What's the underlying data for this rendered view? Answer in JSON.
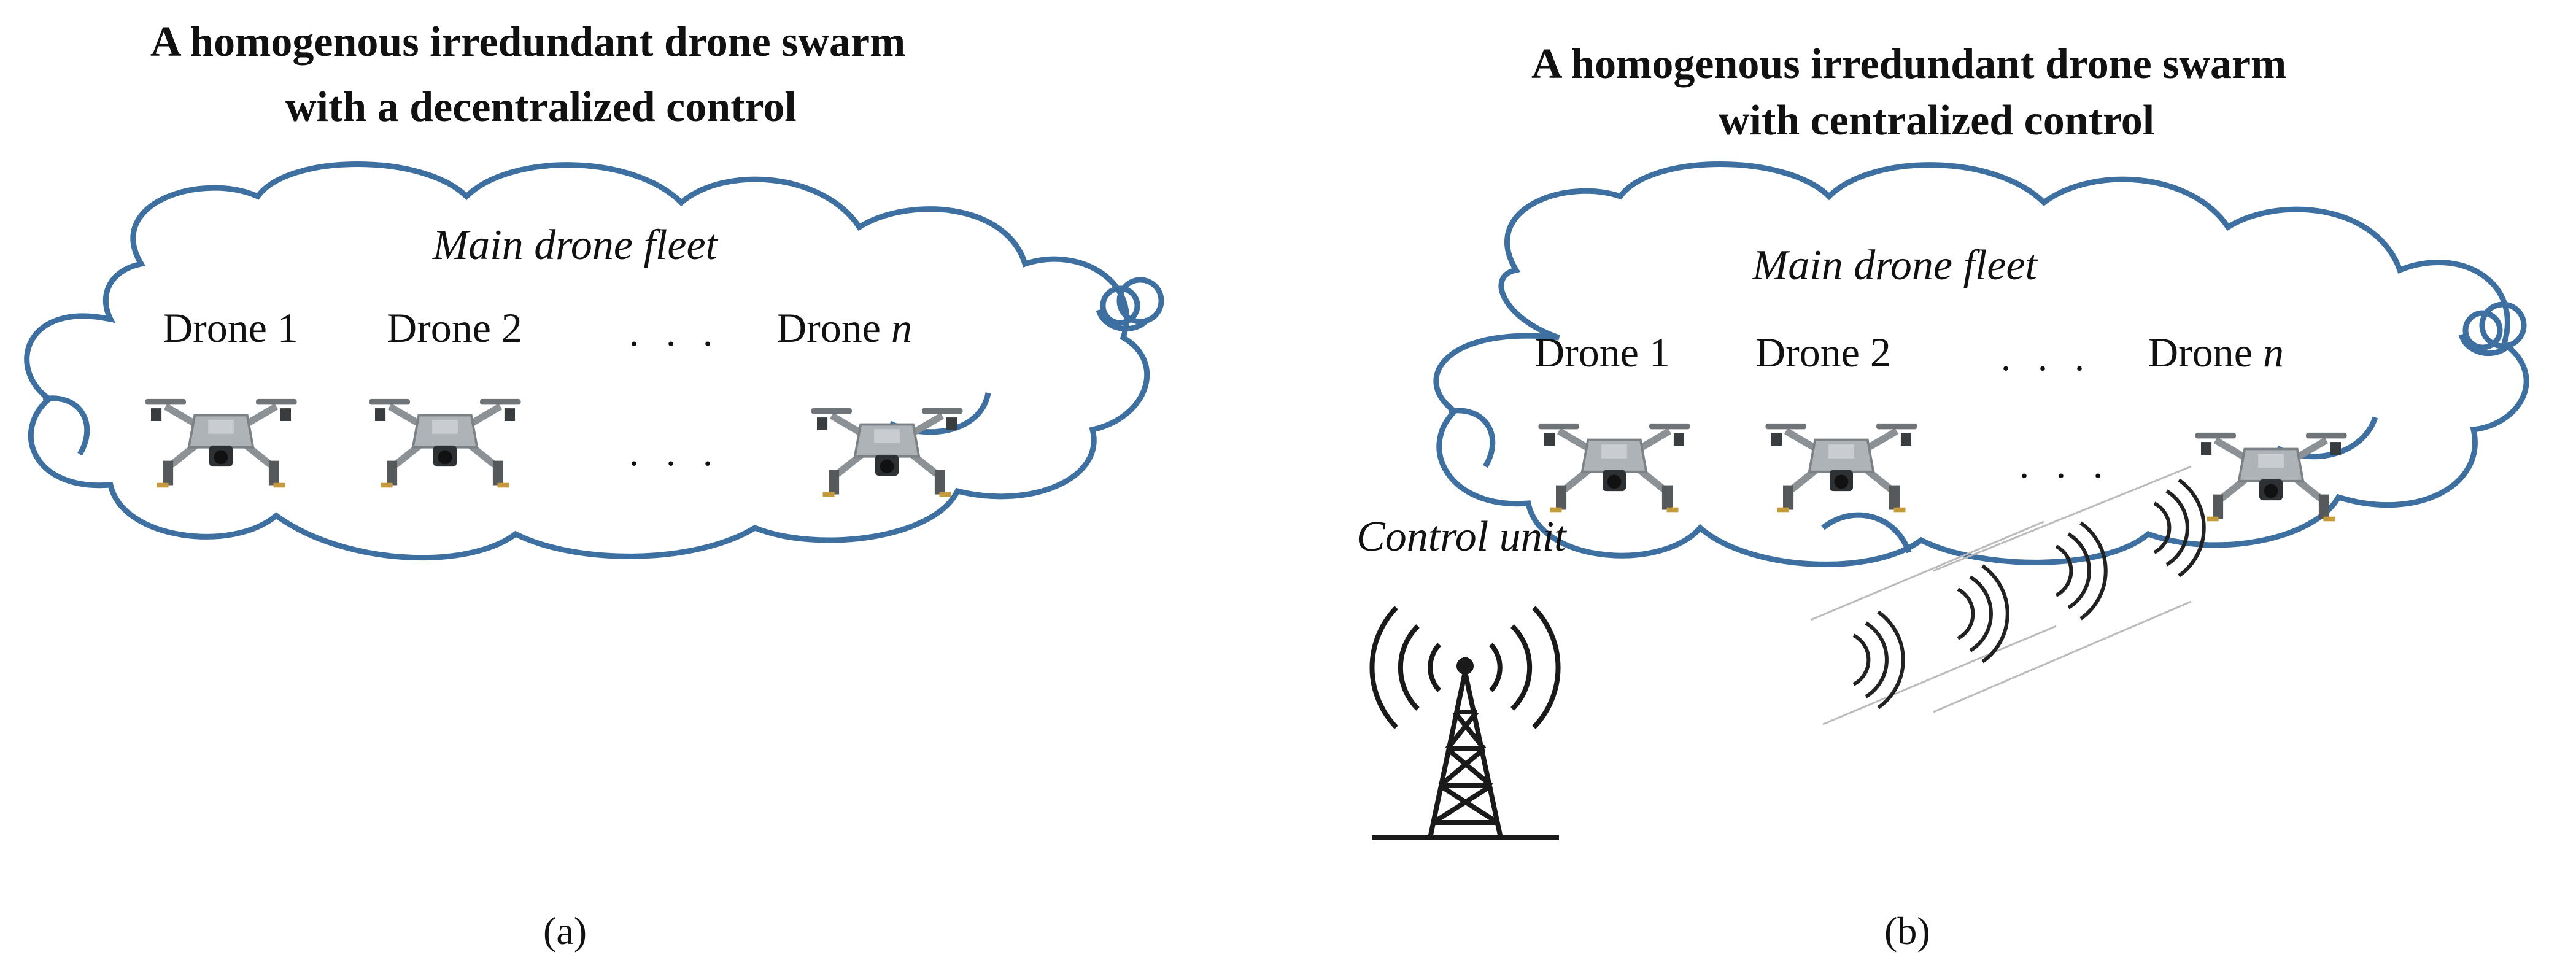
{
  "panel_a": {
    "title_line1": "A homogenous irredundant drone swarm",
    "title_line2": "with a decentralized control",
    "fleet_label": "Main drone fleet",
    "drones": [
      "Drone 1",
      "Drone 2",
      "Drone "
    ],
    "drone_n_var": "n",
    "ellipsis_top": ". . .",
    "ellipsis_bottom": ". . .",
    "caption": "(a)"
  },
  "panel_b": {
    "title_line1": "A homogenous irredundant drone swarm",
    "title_line2": "with centralized control",
    "fleet_label": "Main drone fleet",
    "drones": [
      "Drone 1",
      "Drone 2",
      "Drone "
    ],
    "drone_n_var": "n",
    "ellipsis_top": ". . .",
    "ellipsis_bottom": ". . .",
    "control_label": "Control unit",
    "caption": "(b)"
  },
  "colors": {
    "cloud_stroke": "#3d6fa0",
    "drone_body": "#9ea3a8",
    "tower": "#1a1a1a"
  }
}
